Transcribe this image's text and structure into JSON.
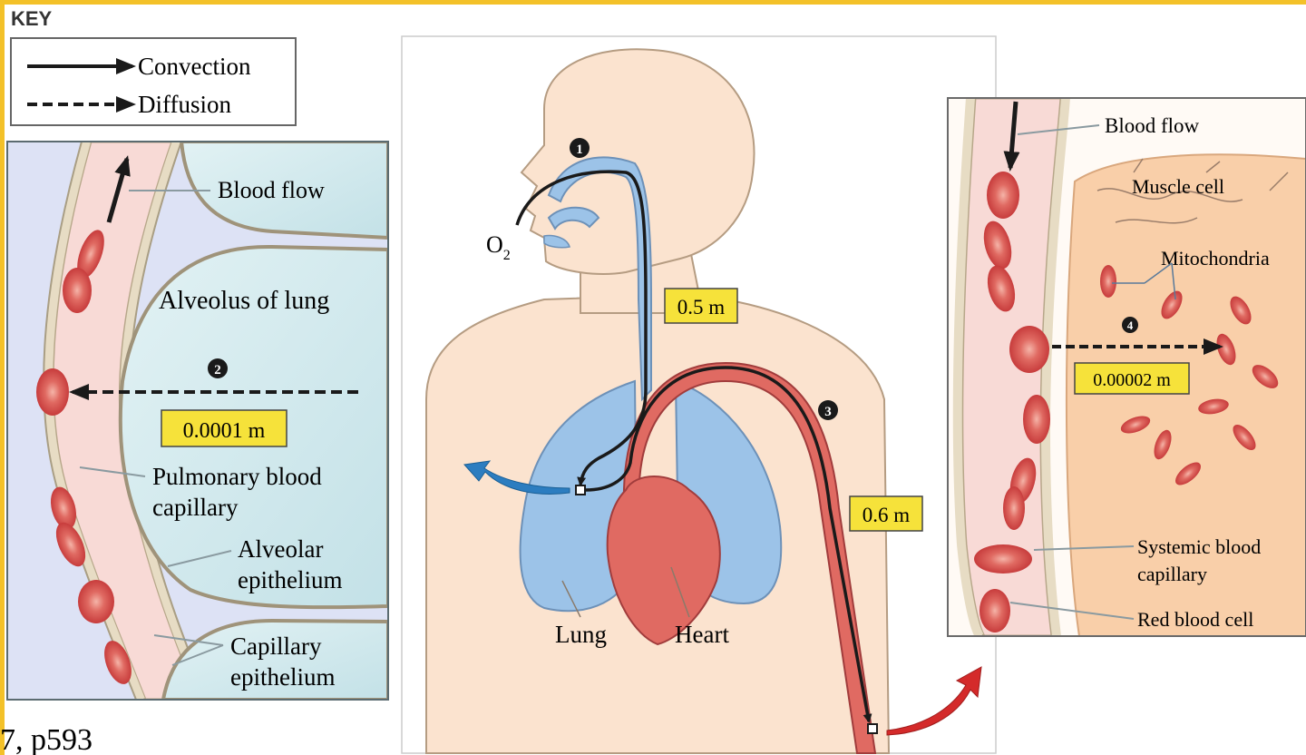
{
  "key": {
    "title": "KEY",
    "convection": "Convection",
    "diffusion": "Diffusion"
  },
  "left_panel": {
    "blood_flow": "Blood flow",
    "alveolus": "Alveolus of lung",
    "step": "2",
    "distance": "0.0001 m",
    "pulmonary_1": "Pulmonary blood",
    "pulmonary_2": "capillary",
    "alveolar_1": "Alveolar",
    "alveolar_2": "epithelium",
    "capillary_1": "Capillary",
    "capillary_2": "epithelium"
  },
  "center_panel": {
    "step1": "1",
    "step3": "3",
    "o2": "O",
    "o2_sub": "2",
    "dist_airway": "0.5 m",
    "dist_artery": "0.6 m",
    "lung": "Lung",
    "heart": "Heart"
  },
  "right_panel": {
    "blood_flow": "Blood flow",
    "muscle_cell": "Muscle cell",
    "mitochondria": "Mitochondria",
    "step": "4",
    "distance": "0.00002 m",
    "systemic_1": "Systemic blood",
    "systemic_2": "capillary",
    "rbc": "Red blood cell"
  },
  "citation": "7, p593",
  "colors": {
    "label_box": "#f6e23a",
    "blood_red": "#d94f4f",
    "airway_blue": "#9cc3e8",
    "skin": "#fbe3cf",
    "alveolus": "#cfe8ec",
    "muscle": "#f9cfa9",
    "capillary_pink": "#f8dad6"
  }
}
